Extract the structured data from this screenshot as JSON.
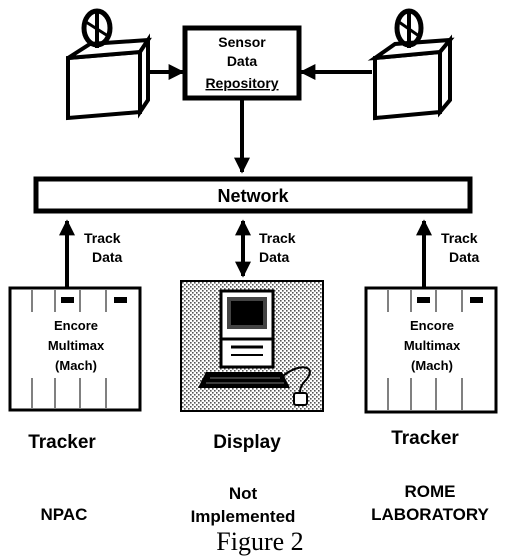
{
  "repository": {
    "line1": "Sensor",
    "line2": "Data",
    "line3": "Repository"
  },
  "network": {
    "label": "Network"
  },
  "links": {
    "left": {
      "line1": "Track",
      "line2": "Data"
    },
    "center": {
      "line1": "Track",
      "line2": "Data"
    },
    "right": {
      "line1": "Track",
      "line2": "Data"
    }
  },
  "nodes": {
    "left": {
      "machine": {
        "line1": "Encore",
        "line2": "Multimax",
        "line3": "(Mach)"
      },
      "role": "Tracker",
      "site": {
        "line1": "NPAC"
      }
    },
    "center": {
      "role": "Display",
      "site": {
        "line1": "Not",
        "line2": "Implemented"
      }
    },
    "right": {
      "machine": {
        "line1": "Encore",
        "line2": "Multimax",
        "line3": "(Mach)"
      },
      "role": "Tracker",
      "site": {
        "line1": "ROME",
        "line2": "LABORATORY"
      }
    }
  },
  "caption": "Figure 2"
}
